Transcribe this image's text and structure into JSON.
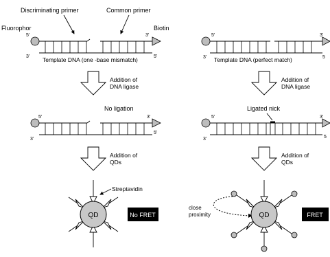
{
  "left": {
    "label_discriminating": "Discriminating primer",
    "label_common": "Common primer",
    "label_fluorophor": "Fluorophor",
    "label_biotin": "Biotin",
    "label_5_top": "5'",
    "label_3_top": "3'",
    "label_3_bottom": "3'",
    "label_5_bottom": "5'",
    "template_caption": "Template DNA (one  -base mismatch)",
    "step1": [
      "Addition of",
      "DNA ligase"
    ],
    "no_ligation": "No ligation",
    "step2": [
      "Addition of",
      "QDs"
    ],
    "streptavidin": "Streptavidin",
    "qd": "QD",
    "result_badge": "No FRET"
  },
  "right": {
    "label_5_top": "5'",
    "label_3_top": "3'",
    "label_3_bottom": "3'",
    "label_5_bottom": "5",
    "template_caption": "Template DNA (perfect match)",
    "step1": [
      "Addition of",
      "DNA ligase"
    ],
    "ligated_nick": "Ligated nick",
    "step2": [
      "Addition of",
      "QDs"
    ],
    "close_proximity": [
      "close",
      "proximity"
    ],
    "qd": "QD",
    "result_badge": "FRET"
  },
  "colors": {
    "fluorophor": "#bdbdbd",
    "biotin": "#bdbdbd",
    "qd": "#c8c8c8",
    "badge": "#000000",
    "line": "#000000"
  }
}
